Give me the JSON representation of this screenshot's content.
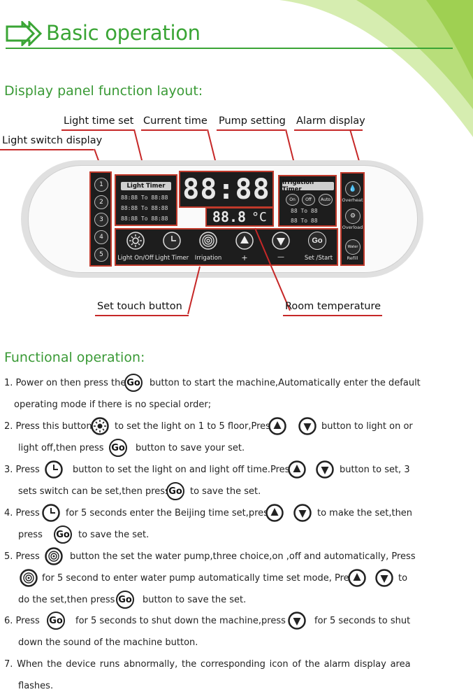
{
  "header": {
    "title": "Basic operation"
  },
  "layout_title": "Display panel function layout:",
  "callouts": {
    "light_time_set": "Light time set",
    "current_time": "Current time",
    "pump_setting": "Pump setting",
    "alarm_display": "Alarm display",
    "light_switch_display": "Light switch display",
    "set_touch_button": "Set touch button",
    "room_temperature": "Room temperature"
  },
  "panel": {
    "floors": [
      "1",
      "2",
      "3",
      "4",
      "5"
    ],
    "light_timer_tag": "Light Timer",
    "light_timer_rows": [
      "88:88 To 88:88",
      "88:88 To 88:88",
      "88:88 To 88:88"
    ],
    "clock": "88:88",
    "temperature": "88.8",
    "temp_unit": "°C",
    "irrigation_tag": "Irrigation Timer",
    "irrigation_buttons": [
      "On",
      "Off",
      "Auto"
    ],
    "irrigation_rows": [
      "88 To 88",
      "88 To 88"
    ],
    "alarm_labels": [
      "Overheat",
      "Overload",
      "Refill"
    ],
    "alarm_refill_icon": "Water",
    "buttons": [
      {
        "label": "Light On/Off",
        "icon": "sun-icon"
      },
      {
        "label": "Light Timer",
        "icon": "clock-icon"
      },
      {
        "label": "Irrigation",
        "icon": "spiral-icon"
      },
      {
        "label": "+",
        "icon": "up-arrow-icon"
      },
      {
        "label": "—",
        "icon": "down-arrow-icon"
      },
      {
        "label": "Set /Start",
        "icon": "go-icon"
      }
    ],
    "go_text": "Go"
  },
  "functional_title": "Functional operation:",
  "steps": [
    {
      "a": "1. Power on then press the",
      "b": "button to start the machine,Automatically enter the default",
      "c": "operating mode if there is no special order;"
    },
    {
      "a": "2. Press this button",
      "b": "to set the light on 1 to 5 floor,Press",
      "c": "button to light on or",
      "d": "light off,then press",
      "e": "button to save your set."
    },
    {
      "a": "3. Press",
      "b": "button to set the light on and light off time.Press",
      "c": "button to set, 3",
      "d": "sets switch can be set,then press",
      "e": "to save the set."
    },
    {
      "a": "4. Press",
      "b": "for 5 seconds enter the Beijing time set,press",
      "c": "to make the set,then",
      "d": "press",
      "e": "to save the set."
    },
    {
      "a": "5. Press",
      "b": "button the set the water pump,three choice,on ,off and automatically, Press",
      "c": "for 5 second to enter water pump automatically time set mode, Press",
      "d": "to",
      "e": "do the set,then press",
      "f": "button to save the set."
    },
    {
      "a": "6. Press",
      "b": "for 5 seconds to shut down the machine,press",
      "c": "for 5 seconds to shut",
      "d": "down the sound of the machine button."
    },
    {
      "a": "7. When the device runs abnormally, the corresponding icon of the alarm display area",
      "b": "flashes."
    }
  ],
  "colors": {
    "accent_green": "#3aa535",
    "callout_red": "#c62828"
  }
}
